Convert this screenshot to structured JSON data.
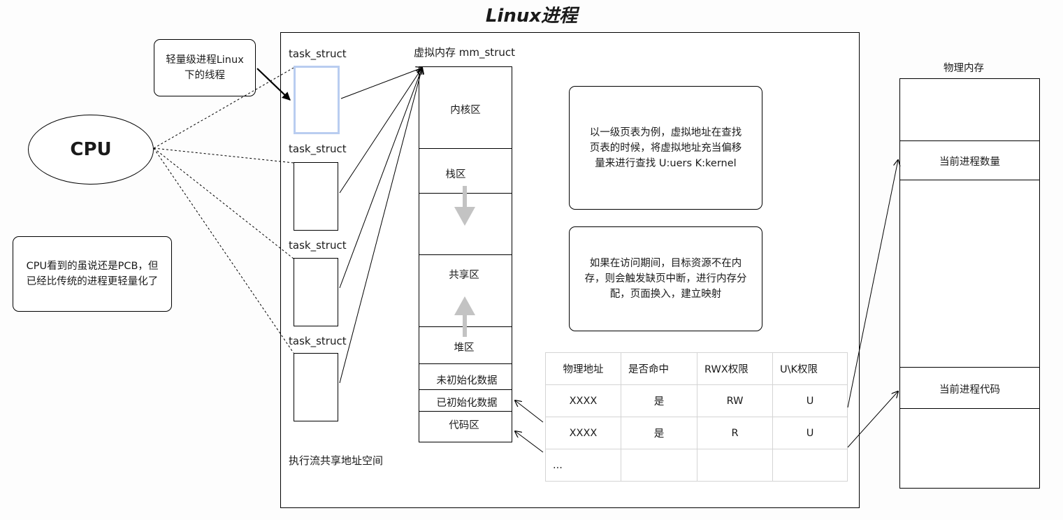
{
  "title": "Linux进程",
  "cpu": {
    "label": "CPU"
  },
  "notes": {
    "lightweight": "轻量级进程Linux下的线程",
    "cpu_sees": "CPU看到的虽说还是PCB，但已经比传统的进程更轻量化了",
    "page_table": "以一级页表为例，虚拟地址在查找页表的时候，将虚拟地址充当偏移量来进行查找 U:uers K:kernel",
    "page_fault": "如果在访问期间，目标资源不在内存，则会触发缺页中断，进行内存分配，页面换入，建立映射"
  },
  "address_space": {
    "header": "虚拟内存 mm_struct",
    "footer": "执行流共享地址空间",
    "task_labels": [
      "task_struct",
      "task_struct",
      "task_struct",
      "task_struct"
    ],
    "segments": {
      "kernel": "内核区",
      "stack": "栈区",
      "shared": "共享区",
      "heap": "堆区",
      "bss": "未初始化数据",
      "data": "已初始化数据",
      "code": "代码区"
    }
  },
  "page_table": {
    "headers": [
      "物理地址",
      "是否命中",
      "RWX权限",
      "U\\K权限"
    ],
    "rows": [
      [
        "XXXX",
        "是",
        "RW",
        "U"
      ],
      [
        "XXXX",
        "是",
        "R",
        "U"
      ],
      [
        "...",
        "",
        "",
        ""
      ]
    ]
  },
  "physical_memory": {
    "title": "物理内存",
    "block1": "当前进程数量",
    "block2": "当前进程代码"
  },
  "colors": {
    "highlight_border": "#b9cdf0",
    "arrow_gray": "#c3c3c3",
    "table_border": "#d4d4d4"
  }
}
